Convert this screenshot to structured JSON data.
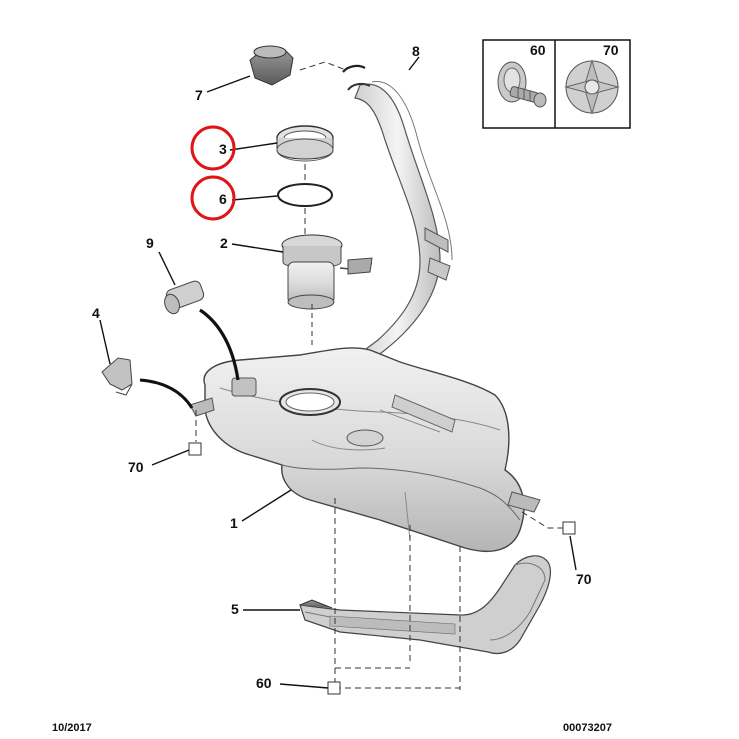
{
  "callouts": {
    "tank": "1",
    "pump": "2",
    "lock_ring": "3",
    "tank_cap": "7",
    "filler_clip": "8",
    "seal": "6",
    "bracket": "4",
    "filter": "9",
    "heat_shield": "5",
    "fastener_70_left": "70",
    "fastener_70_right": "70",
    "screw_60": "60"
  },
  "inset": {
    "screw_label": "60",
    "clip_label": "70"
  },
  "footer": {
    "date": "10/2017",
    "reference": "00073207"
  },
  "highlight_color": "#e01515"
}
